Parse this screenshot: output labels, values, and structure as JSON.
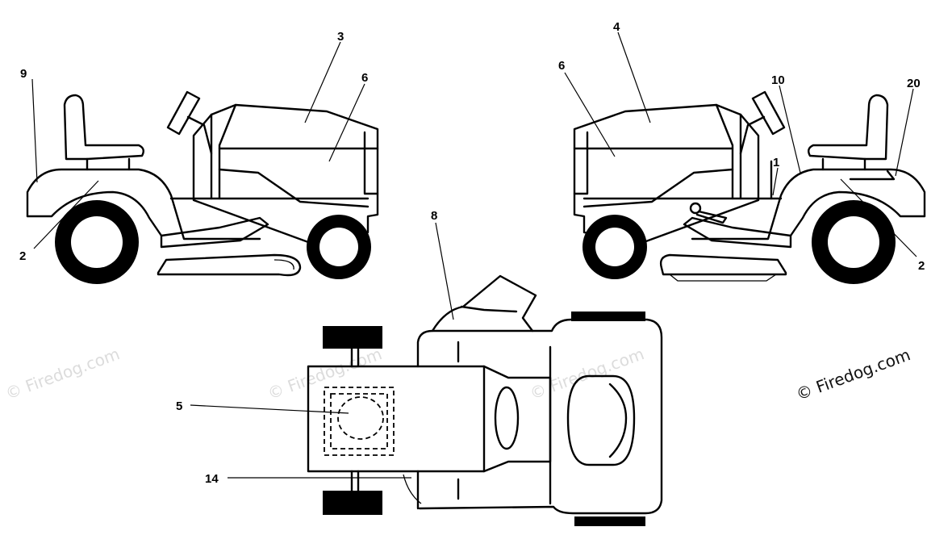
{
  "callouts": {
    "c1": "1",
    "c2": "2",
    "c3": "3",
    "c4": "4",
    "c5": "5",
    "c6": "6",
    "c8": "8",
    "c9": "9",
    "c10": "10",
    "c14": "14",
    "c20": "20"
  },
  "watermark": {
    "text": "© Firedog.com"
  }
}
